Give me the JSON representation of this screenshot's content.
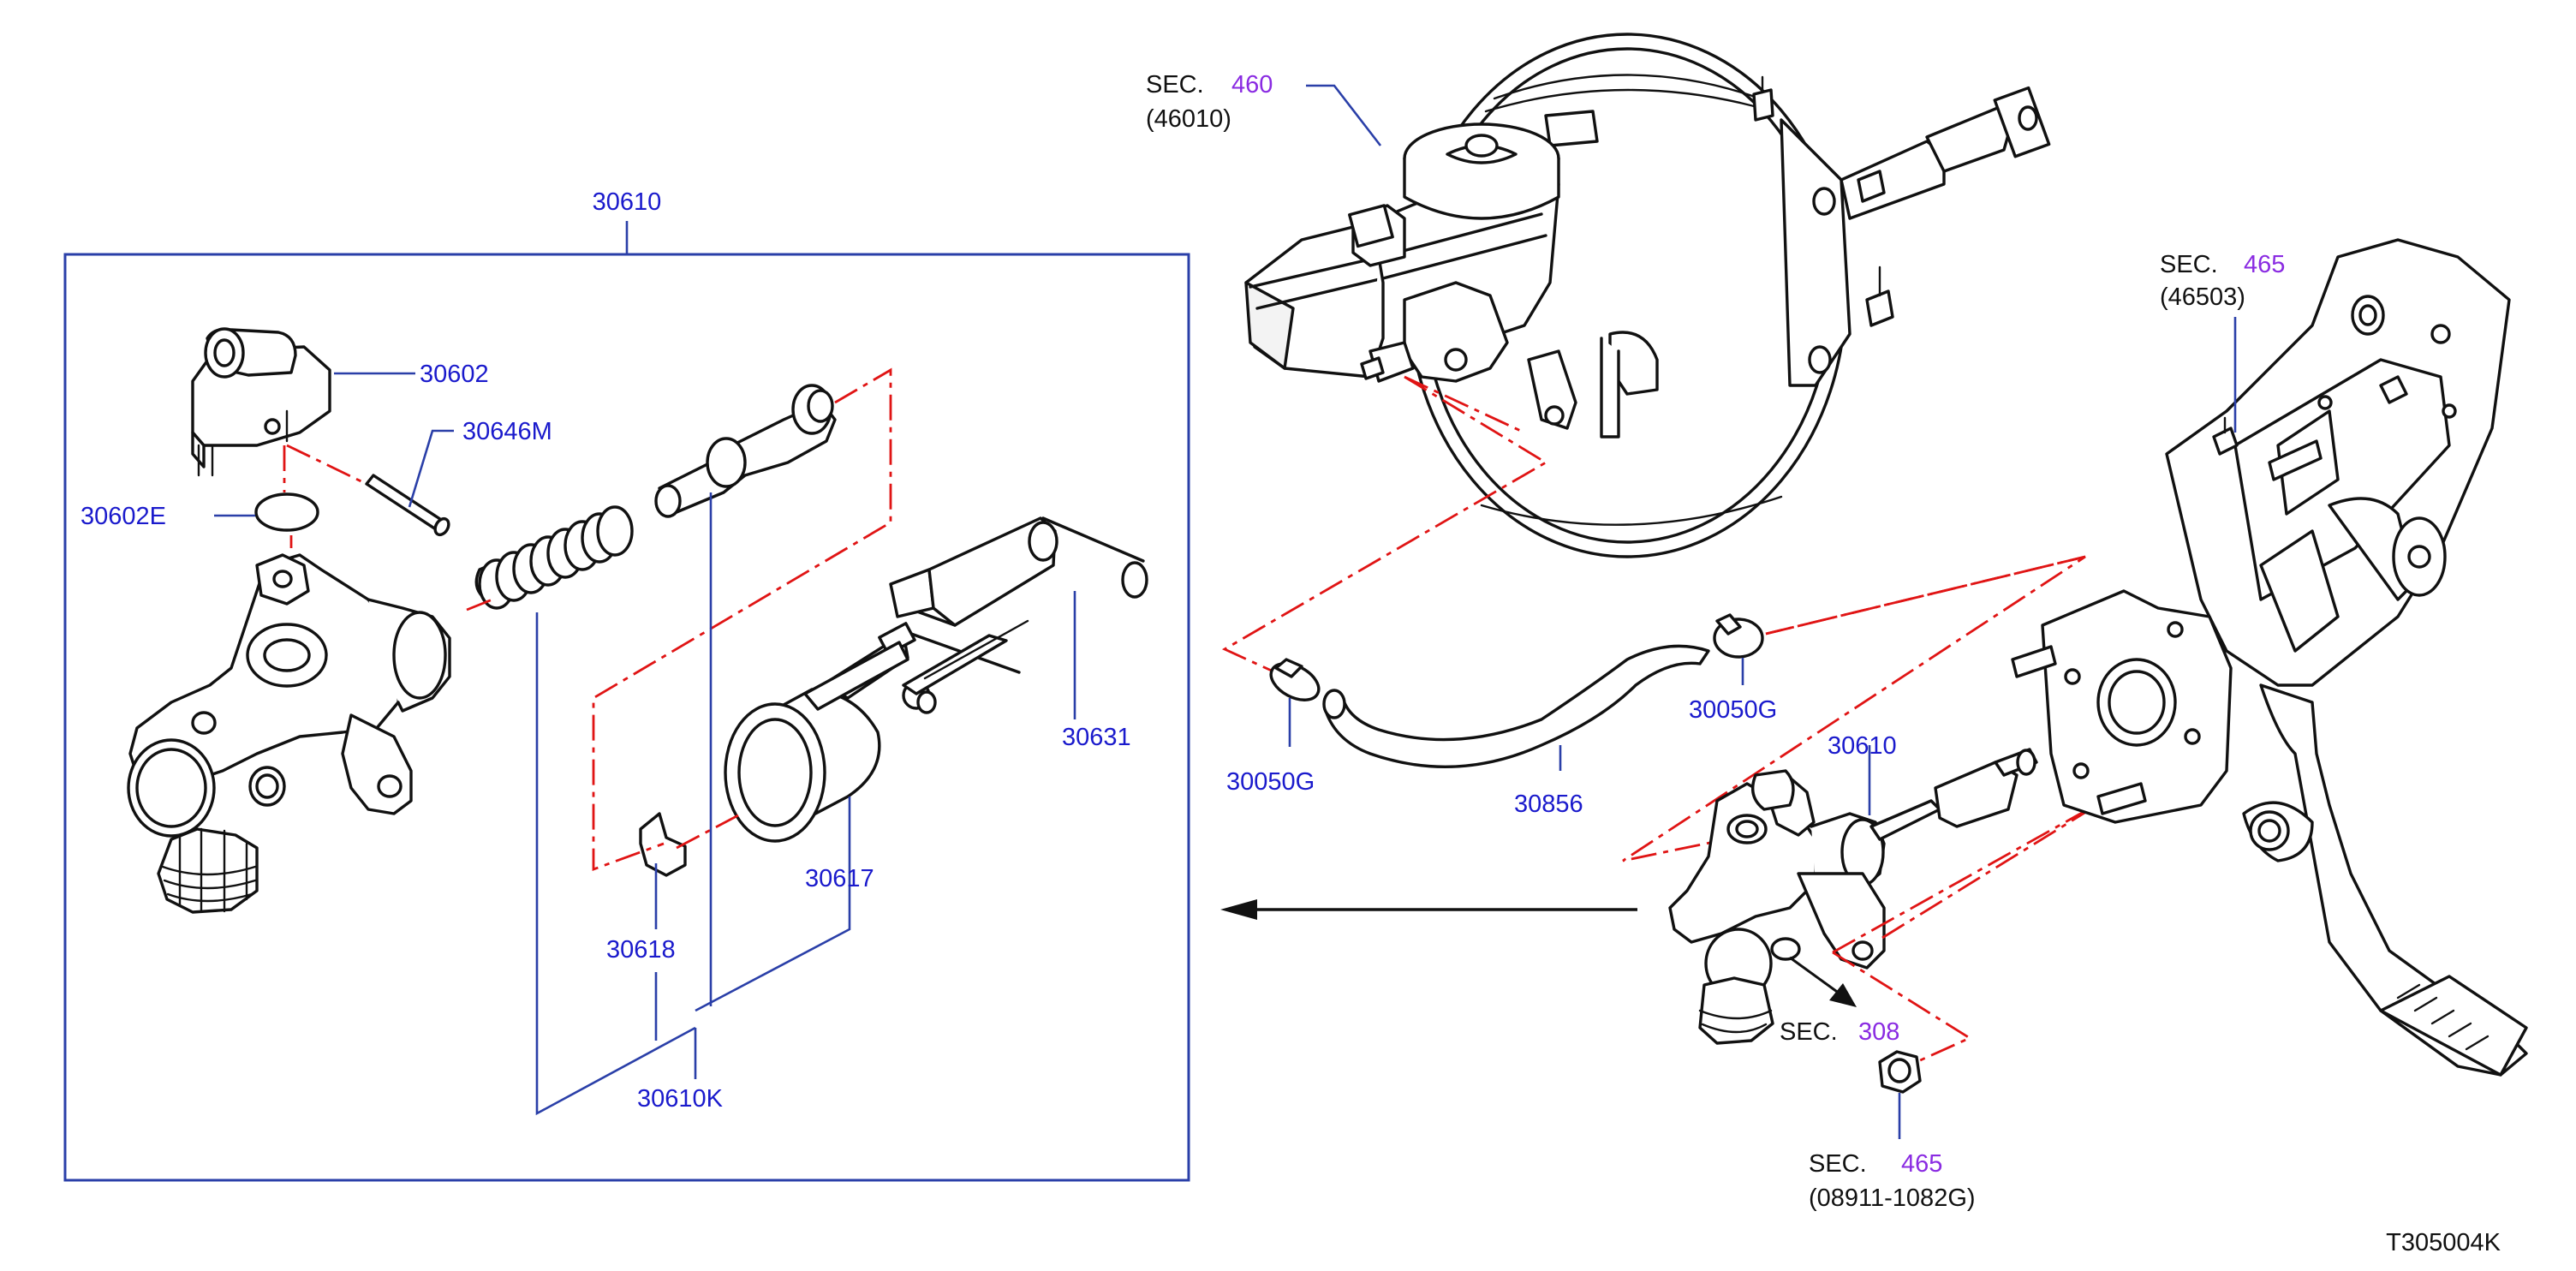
{
  "diagram_code": "T305004K",
  "sec_text": "SEC.",
  "labels": {
    "assembly_top": "30610",
    "reservoir_cap": "30602",
    "pin": "30646M",
    "seal": "30602E",
    "push_rod": "30631",
    "boot": "30617",
    "clip": "30618",
    "repair_kit": "30610K",
    "clamp_left": "30050G",
    "clamp_right": "30050G",
    "hose": "30856",
    "master_cyl_installed": "30610"
  },
  "sections": {
    "brake_booster": {
      "sec": "460",
      "sub": "(46010)"
    },
    "pedal_bracket": {
      "sec": "465",
      "sub": "(46503)"
    },
    "nut": {
      "sec": "465",
      "sub": "(08911-1082G)"
    },
    "operating_cyl": {
      "sec": "308"
    }
  },
  "colors": {
    "part_number": "#1a1acc",
    "section_number": "#8a2be2",
    "leader": "#2a3fa8",
    "hidden_line": "#e01414",
    "outline": "#111111"
  }
}
